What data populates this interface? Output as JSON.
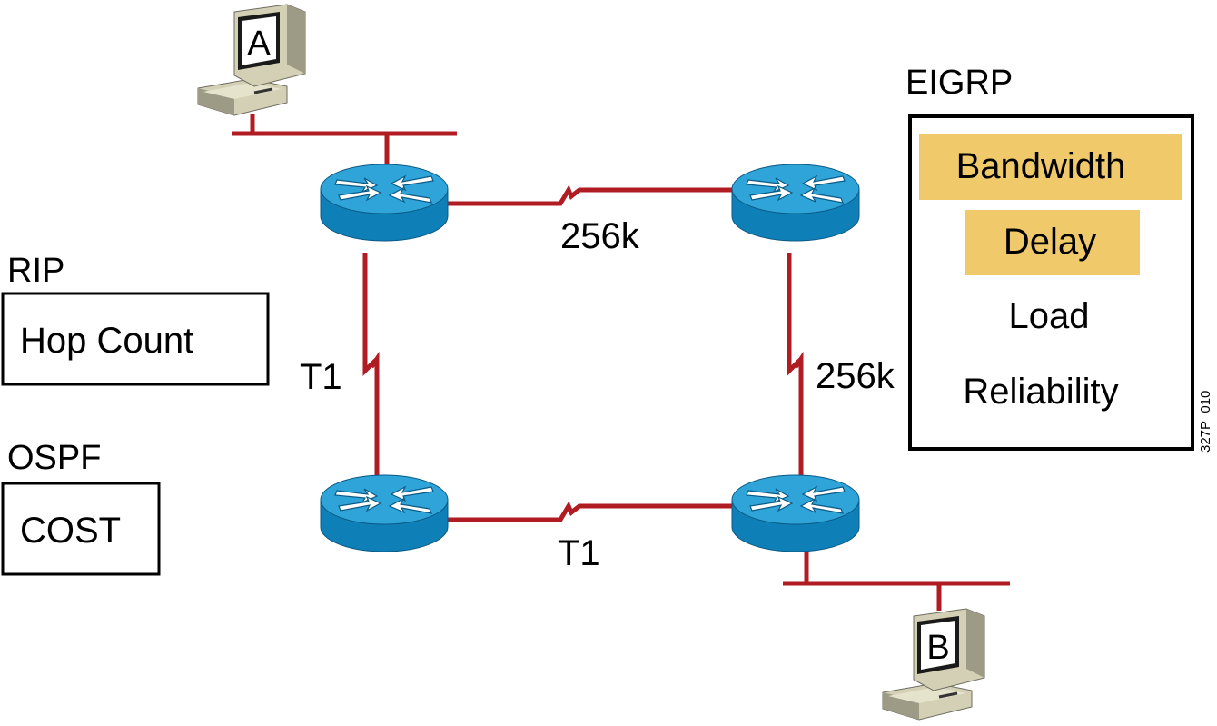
{
  "colors": {
    "link": "#b01c22",
    "router_top": "#2fa4d9",
    "router_side": "#0f7fb8",
    "highlight": "#f0c96a",
    "pc_body": "#d4d0b6",
    "pc_shadow": "#9d9a86"
  },
  "hosts": {
    "a_label": "A",
    "b_label": "B"
  },
  "links": {
    "top_label": "256k",
    "right_label": "256k",
    "left_label": "T1",
    "bottom_label": "T1"
  },
  "protocols": {
    "rip": {
      "title": "RIP",
      "metric": "Hop Count"
    },
    "ospf": {
      "title": "OSPF",
      "metric": "COST"
    },
    "eigrp": {
      "title": "EIGRP",
      "metrics": [
        {
          "label": "Bandwidth",
          "highlighted": true
        },
        {
          "label": "Delay",
          "highlighted": true
        },
        {
          "label": "Load",
          "highlighted": false
        },
        {
          "label": "Reliability",
          "highlighted": false
        }
      ]
    }
  },
  "figure_id": "327P_010"
}
